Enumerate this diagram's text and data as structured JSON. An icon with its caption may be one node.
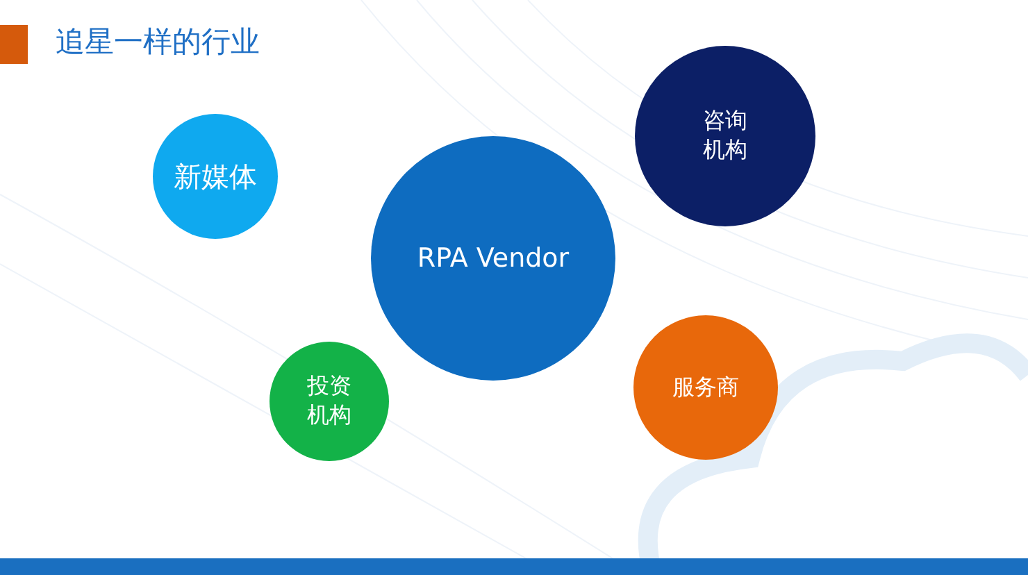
{
  "diagram": {
    "title": "追星一样的行业",
    "nodes": [
      {
        "text": [
          "新媒体"
        ]
      },
      {
        "text": [
          "咨询机构"
        ]
      },
      {
        "text": [
          "RPA Vendor"
        ]
      },
      {
        "text": [
          "投资机构"
        ]
      },
      {
        "text": [
          "服务商"
        ]
      }
    ]
  }
}
